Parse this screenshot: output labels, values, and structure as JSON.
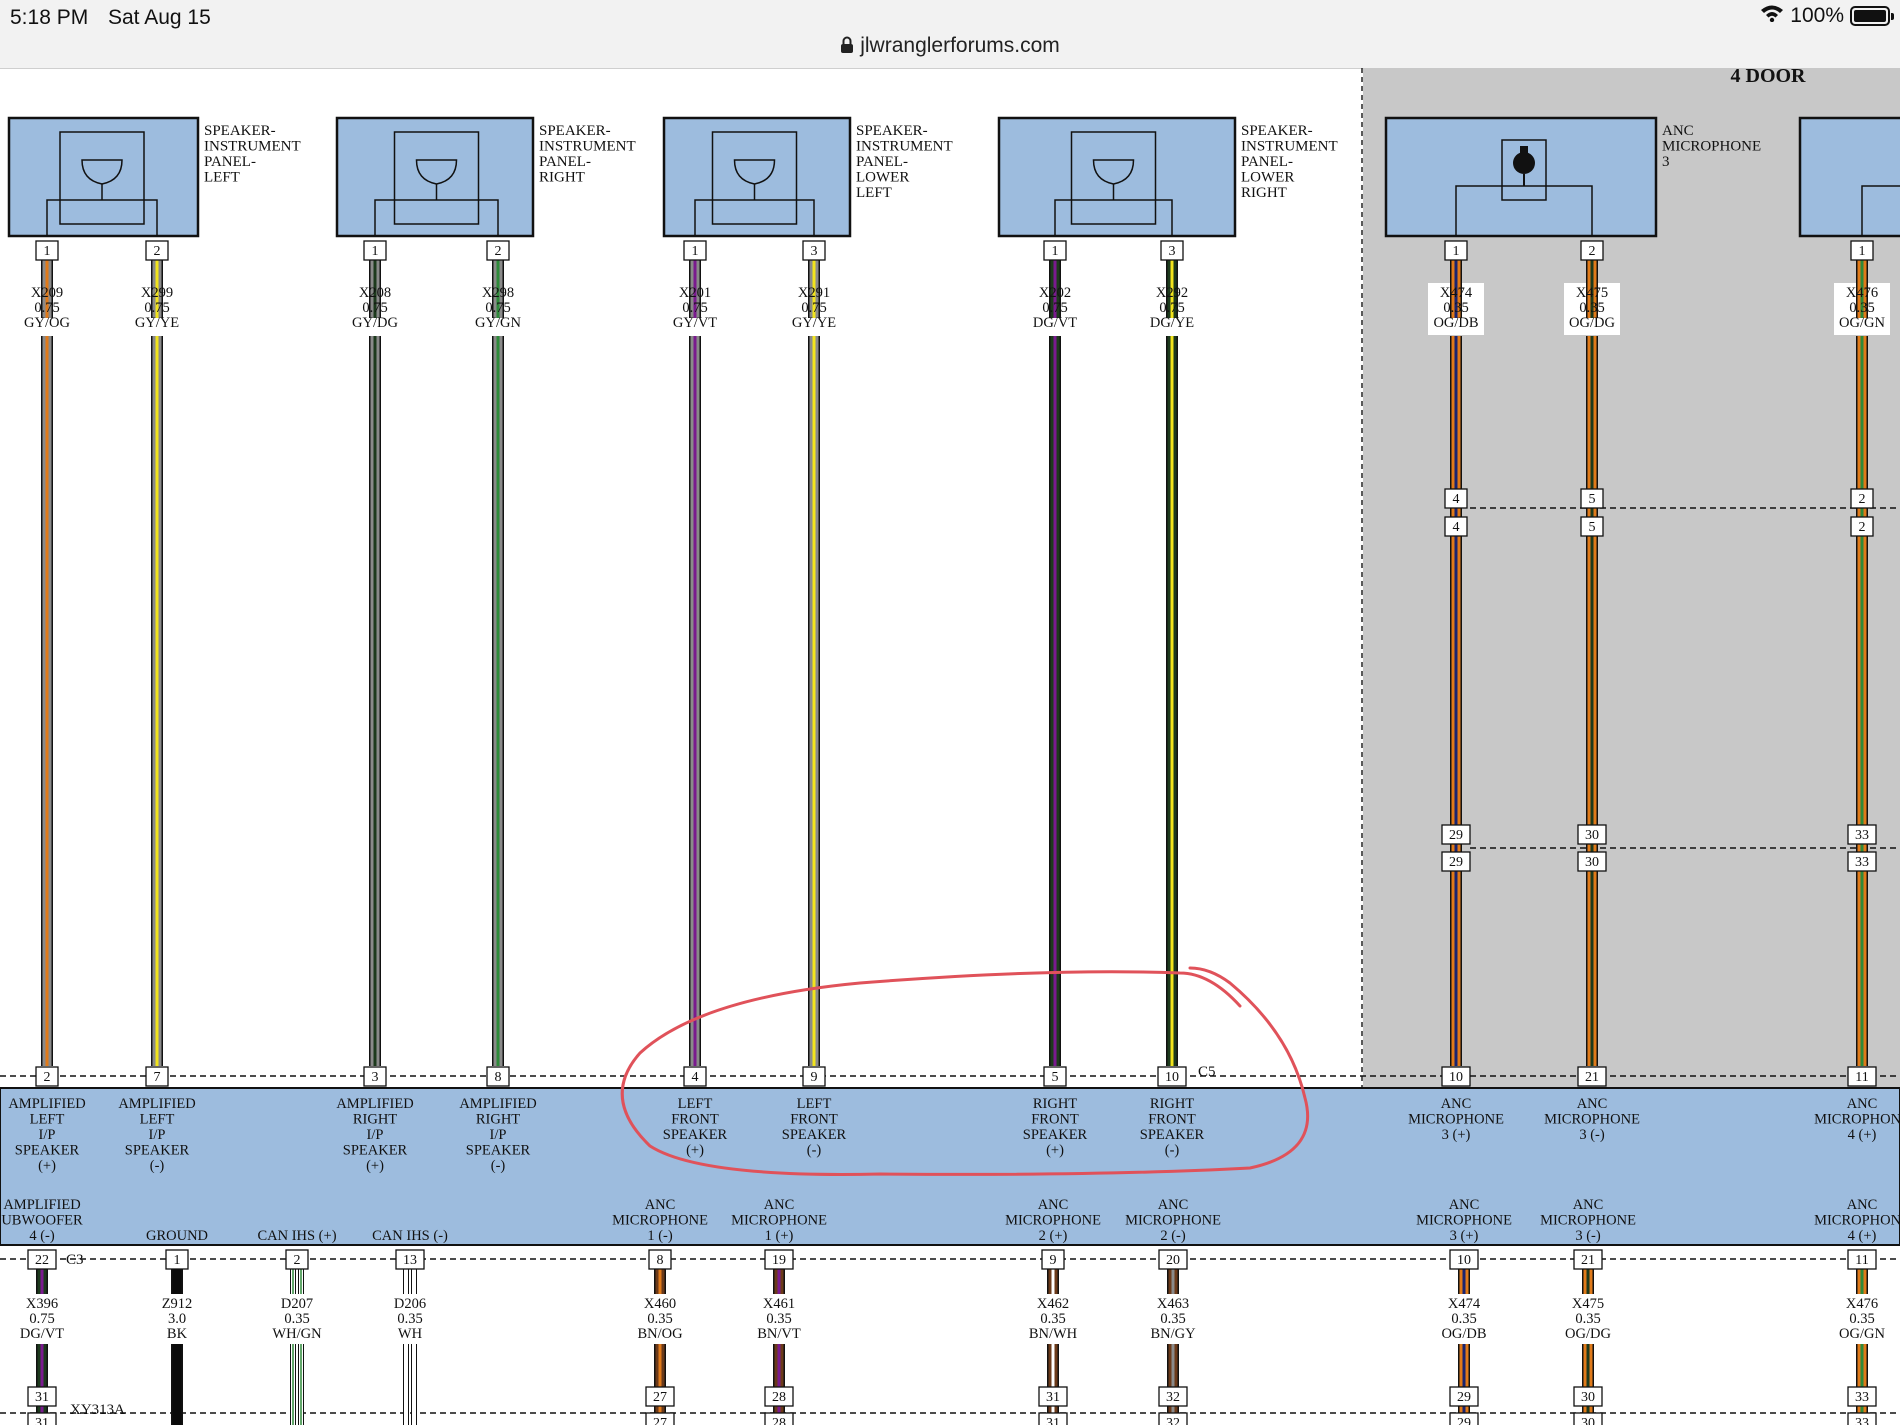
{
  "status_bar": {
    "time": "5:18 PM",
    "date": "Sat Aug 15",
    "url": "jlwranglerforums.com",
    "battery": "100%",
    "wifi_icon": "wifi-icon",
    "lock_icon": "lock-icon",
    "battery_icon": "battery-icon"
  },
  "diagram": {
    "section_label": "4 DOOR",
    "connector_c5": "C5",
    "connector_c3": "C3",
    "connector_xy": "XY313A",
    "components": [
      {
        "lines": [
          "SPEAKER-",
          "INSTRUMENT",
          "PANEL-",
          "LEFT"
        ]
      },
      {
        "lines": [
          "SPEAKER-",
          "INSTRUMENT",
          "PANEL-",
          "RIGHT"
        ]
      },
      {
        "lines": [
          "SPEAKER-",
          "INSTRUMENT",
          "PANEL-",
          "LOWER",
          "LEFT"
        ]
      },
      {
        "lines": [
          "SPEAKER-",
          "INSTRUMENT",
          "PANEL-",
          "LOWER",
          "RIGHT"
        ]
      },
      {
        "lines": [
          "ANC",
          "MICROPHONE",
          "3"
        ]
      }
    ],
    "upper_wires": [
      {
        "top_pin": "1",
        "circuit": "X209",
        "gauge": "0.75",
        "color": "GY/OG",
        "inline_pins": [],
        "bottom_pin": "2",
        "module_lines": [
          "AMPLIFIED",
          "LEFT",
          "I/P",
          "SPEAKER",
          "(+)"
        ]
      },
      {
        "top_pin": "2",
        "circuit": "X299",
        "gauge": "0.75",
        "color": "GY/YE",
        "inline_pins": [],
        "bottom_pin": "7",
        "module_lines": [
          "AMPLIFIED",
          "LEFT",
          "I/P",
          "SPEAKER",
          "(-)"
        ]
      },
      {
        "top_pin": "1",
        "circuit": "X208",
        "gauge": "0.75",
        "color": "GY/DG",
        "inline_pins": [],
        "bottom_pin": "3",
        "module_lines": [
          "AMPLIFIED",
          "RIGHT",
          "I/P",
          "SPEAKER",
          "(+)"
        ]
      },
      {
        "top_pin": "2",
        "circuit": "X298",
        "gauge": "0.75",
        "color": "GY/GN",
        "inline_pins": [],
        "bottom_pin": "8",
        "module_lines": [
          "AMPLIFIED",
          "RIGHT",
          "I/P",
          "SPEAKER",
          "(-)"
        ]
      },
      {
        "top_pin": "1",
        "circuit": "X201",
        "gauge": "0.75",
        "color": "GY/VT",
        "inline_pins": [],
        "bottom_pin": "4",
        "module_lines": [
          "LEFT",
          "FRONT",
          "SPEAKER",
          "(+)"
        ]
      },
      {
        "top_pin": "3",
        "circuit": "X291",
        "gauge": "0.75",
        "color": "GY/YE",
        "inline_pins": [],
        "bottom_pin": "9",
        "module_lines": [
          "LEFT",
          "FRONT",
          "SPEAKER",
          "(-)"
        ]
      },
      {
        "top_pin": "1",
        "circuit": "X202",
        "gauge": "0.75",
        "color": "DG/VT",
        "inline_pins": [],
        "bottom_pin": "5",
        "module_lines": [
          "RIGHT",
          "FRONT",
          "SPEAKER",
          "(+)"
        ]
      },
      {
        "top_pin": "3",
        "circuit": "X292",
        "gauge": "0.75",
        "color": "DG/YE",
        "inline_pins": [],
        "bottom_pin": "10",
        "module_lines": [
          "RIGHT",
          "FRONT",
          "SPEAKER",
          "(-)"
        ]
      },
      {
        "top_pin": "1",
        "circuit": "X474",
        "gauge": "0.35",
        "color": "OG/DB",
        "inline_pins": [
          "4",
          "4",
          "29",
          "29"
        ],
        "bottom_pin": "10",
        "module_lines": [
          "ANC",
          "MICROPHONE",
          "3 (+)"
        ]
      },
      {
        "top_pin": "2",
        "circuit": "X475",
        "gauge": "0.35",
        "color": "OG/DG",
        "inline_pins": [
          "5",
          "5",
          "30",
          "30"
        ],
        "bottom_pin": "21",
        "module_lines": [
          "ANC",
          "MICROPHONE",
          "3 (-)"
        ]
      },
      {
        "top_pin": "1",
        "circuit": "X476",
        "gauge": "0.35",
        "color": "OG/GN",
        "inline_pins": [
          "2",
          "2",
          "33",
          "33"
        ],
        "bottom_pin": "11",
        "module_lines": [
          "ANC",
          "MICROPHONE",
          "4 (+)"
        ]
      }
    ],
    "lower_wires": [
      {
        "module_lines": [
          "AMPLIFIED",
          "UBWOOFER",
          "4 (-)"
        ],
        "pin": "22",
        "circuit": "X396",
        "gauge": "0.75",
        "color": "DG/VT",
        "end_pin": "31"
      },
      {
        "module_lines": [
          "GROUND"
        ],
        "pin": "1",
        "circuit": "Z912",
        "gauge": "3.0",
        "color": "BK",
        "end_pin": ""
      },
      {
        "module_lines": [
          "CAN IHS (+)"
        ],
        "pin": "2",
        "circuit": "D207",
        "gauge": "0.35",
        "color": "WH/GN",
        "end_pin": ""
      },
      {
        "module_lines": [
          "CAN IHS (-)"
        ],
        "pin": "13",
        "circuit": "D206",
        "gauge": "0.35",
        "color": "WH",
        "end_pin": ""
      },
      {
        "module_lines": [
          "ANC",
          "MICROPHONE",
          "1 (-)"
        ],
        "pin": "8",
        "circuit": "X460",
        "gauge": "0.35",
        "color": "BN/OG",
        "end_pin": "27"
      },
      {
        "module_lines": [
          "ANC",
          "MICROPHONE",
          "1 (+)"
        ],
        "pin": "19",
        "circuit": "X461",
        "gauge": "0.35",
        "color": "BN/VT",
        "end_pin": "28"
      },
      {
        "module_lines": [
          "ANC",
          "MICROPHONE",
          "2 (+)"
        ],
        "pin": "9",
        "circuit": "X462",
        "gauge": "0.35",
        "color": "BN/WH",
        "end_pin": "31"
      },
      {
        "module_lines": [
          "ANC",
          "MICROPHONE",
          "2 (-)"
        ],
        "pin": "20",
        "circuit": "X463",
        "gauge": "0.35",
        "color": "BN/GY",
        "end_pin": "32"
      },
      {
        "module_lines": [
          "ANC",
          "MICROPHONE",
          "3 (+)"
        ],
        "pin": "10",
        "circuit": "X474",
        "gauge": "0.35",
        "color": "OG/DB",
        "end_pin": "29"
      },
      {
        "module_lines": [
          "ANC",
          "MICROPHONE",
          "3 (-)"
        ],
        "pin": "21",
        "circuit": "X475",
        "gauge": "0.35",
        "color": "OG/DG",
        "end_pin": "30"
      },
      {
        "module_lines": [
          "ANC",
          "MICROPHONE",
          "4 (+)"
        ],
        "pin": "11",
        "circuit": "X476",
        "gauge": "0.35",
        "color": "OG/GN",
        "end_pin": "33"
      }
    ],
    "colors": {
      "component_fill": "#9dbcde",
      "module_band": "#9dbcde",
      "shaded_region": "#c8c8c8",
      "annotation": "#e0525a"
    }
  }
}
